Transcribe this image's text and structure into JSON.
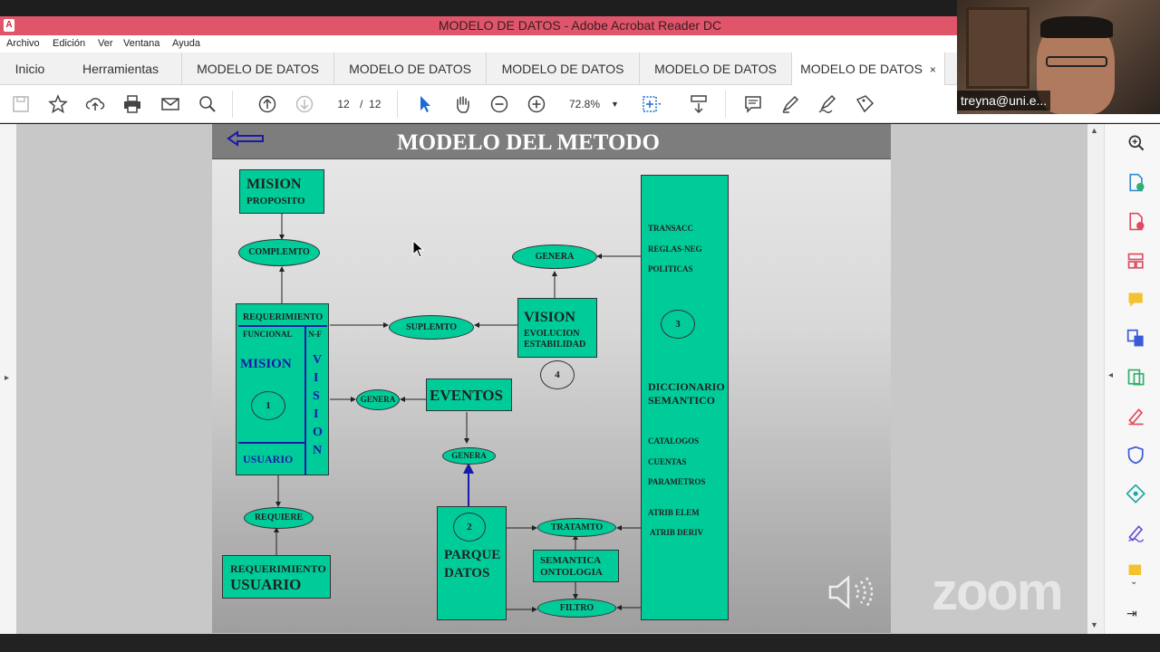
{
  "window": {
    "title": "MODELO DE DATOS - Adobe Acrobat Reader DC"
  },
  "menu": [
    "Archivo",
    "Edición",
    "Ver",
    "Ventana",
    "Ayuda"
  ],
  "tabs": {
    "home": "Inicio",
    "tools": "Herramientas",
    "docs": [
      "MODELO DE DATOS",
      "MODELO DE DATOS",
      "MODELO DE DATOS",
      "MODELO DE DATOS",
      "MODELO DE DATOS"
    ],
    "close": "×"
  },
  "toolbar": {
    "page_current": "12",
    "page_sep": "/",
    "page_total": "12",
    "zoom": "72.8%"
  },
  "slide": {
    "back_arrow": "arrow-left-icon",
    "title": "MODELO DEL METODO",
    "mision_box": {
      "l1": "MISION",
      "l2": "PROPOSITO"
    },
    "complemto": "COMPLEMTO",
    "req_box": {
      "top": "REQUERIMIENTO",
      "funcional": "FUNCIONAL",
      "nf": "N-F",
      "mision": "MISION",
      "num": "1",
      "usuario": "USUARIO",
      "vision_letters": [
        "V",
        "I",
        "S",
        "I",
        "O",
        "N"
      ]
    },
    "suplemto": "SUPLEMTO",
    "vision_box": {
      "l1": "VISION",
      "l2": "EVOLUCION",
      "l3": "ESTABILIDAD"
    },
    "num4": "4",
    "genera_top": "GENERA",
    "genera_mid": "GENERA",
    "genera_bottom": "GENERA",
    "eventos": "EVENTOS",
    "requiere": "REQUIERE",
    "req_usuario": {
      "l1": "REQUERIMIENTO",
      "l2": "USUARIO"
    },
    "parque": {
      "num": "2",
      "l1": "PARQUE",
      "l2": "DATOS"
    },
    "tratamto": "TRATAMTO",
    "semantica": {
      "l1": "SEMANTICA",
      "l2": "ONTOLOGIA"
    },
    "filtro": "FILTRO",
    "dict_box": {
      "transacc": "TRANSACC",
      "reglas": "REGLAS-NEG",
      "politicas": "POLITICAS",
      "num": "3",
      "diccionario": "DICCIONARIO",
      "semantico": "SEMANTICO",
      "catalogos": "CATALOGOS",
      "cuentas": "CUENTAS",
      "parametros": "PARAMETROS",
      "atrib_elem": "ATRIB ELEM",
      "atrib_deriv": "ATRIB DERIV"
    }
  },
  "video": {
    "participant": "treyna@uni.e..."
  },
  "overlay": {
    "watermark": "zoom"
  },
  "colors": {
    "titlebar": "#e0556a",
    "box_fill": "#00cc99",
    "accent_blue": "#1a1aa8"
  }
}
